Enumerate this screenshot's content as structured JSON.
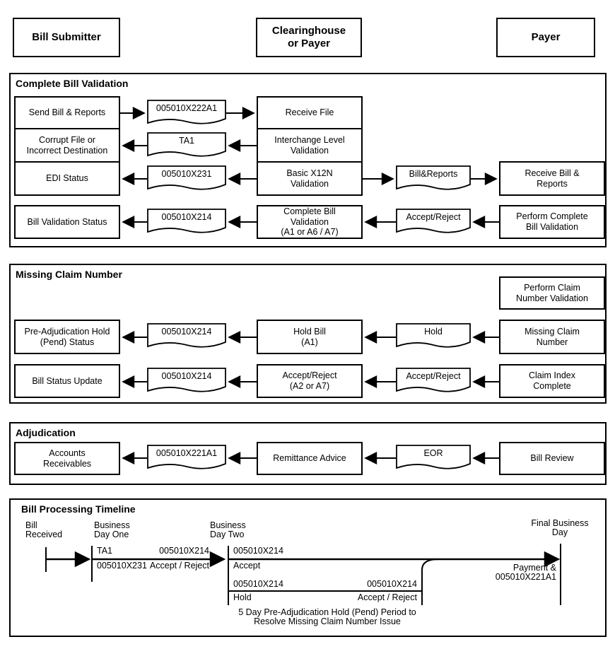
{
  "colors": {
    "ink": "#000000",
    "background": "#ffffff"
  },
  "header": {
    "lanes": {
      "bill_submitter": "Bill Submitter",
      "clearinghouse": "Clearinghouse\nor Payer",
      "payer": "Payer"
    }
  },
  "validation": {
    "title": "Complete Bill Validation",
    "send_bill": "Send Bill & Reports",
    "corrupt_file": "Corrupt File or\nIncorrect Destination",
    "edi_status": "EDI Status",
    "bill_validation_status": "Bill Validation Status",
    "receive_file": "Receive File",
    "interchange": "Interchange Level\nValidation",
    "basic_x12n": "Basic X12N\nValidation",
    "complete_bill": "Complete Bill\nValidation\n(A1 or A6 / A7)",
    "receive_bill_reports": "Receive Bill &\nReports",
    "perform_complete": "Perform Complete\nBill Validation",
    "doc_222a1": "005010X222A1",
    "doc_ta1": "TA1",
    "doc_231": "005010X231",
    "doc_214": "005010X214",
    "doc_bill_reports": "Bill&Reports",
    "doc_accept_reject": "Accept/Reject"
  },
  "missing_claim": {
    "title": "Missing Claim Number",
    "perform_claim": "Perform Claim\nNumber Validation",
    "pre_adjudication": "Pre-Adjudication Hold\n(Pend) Status",
    "bill_status_update": "Bill Status Update",
    "hold_bill": "Hold Bill\n(A1)",
    "accept_reject_box": "Accept/Reject\n(A2 or A7)",
    "missing_claim_number": "Missing Claim\nNumber",
    "claim_index": "Claim Index\nComplete",
    "doc_214": "005010X214",
    "doc_hold": "Hold",
    "doc_accept_reject": "Accept/Reject"
  },
  "adjudication": {
    "title": "Adjudication",
    "accounts_receivables": "Accounts\nReceivables",
    "remittance_advice": "Remittance Advice",
    "bill_review": "Bill Review",
    "doc_221a1": "005010X221A1",
    "doc_eor": "EOR"
  },
  "timeline": {
    "title": "Bill Processing Timeline",
    "bill_received": "Bill\nReceived",
    "day_one": "Business\nDay One",
    "day_two": "Business\nDay Two",
    "final_day": "Final Business\nDay",
    "seg1_above_left": "TA1",
    "seg1_below_left": "005010X231",
    "seg1_above_right": "005010X214",
    "seg1_below_right": "Accept / Reject",
    "seg2_above": "005010X214",
    "seg2_below": "Accept",
    "hold_above_left": "005010X214",
    "hold_below_left": "Hold",
    "hold_above_right": "005010X214",
    "hold_below_right": "Accept / Reject",
    "hold_caption": "5 Day Pre-Adjudication Hold (Pend) Period to\nResolve Missing Claim Number Issue",
    "payment": "Payment &\n005010X221A1"
  }
}
